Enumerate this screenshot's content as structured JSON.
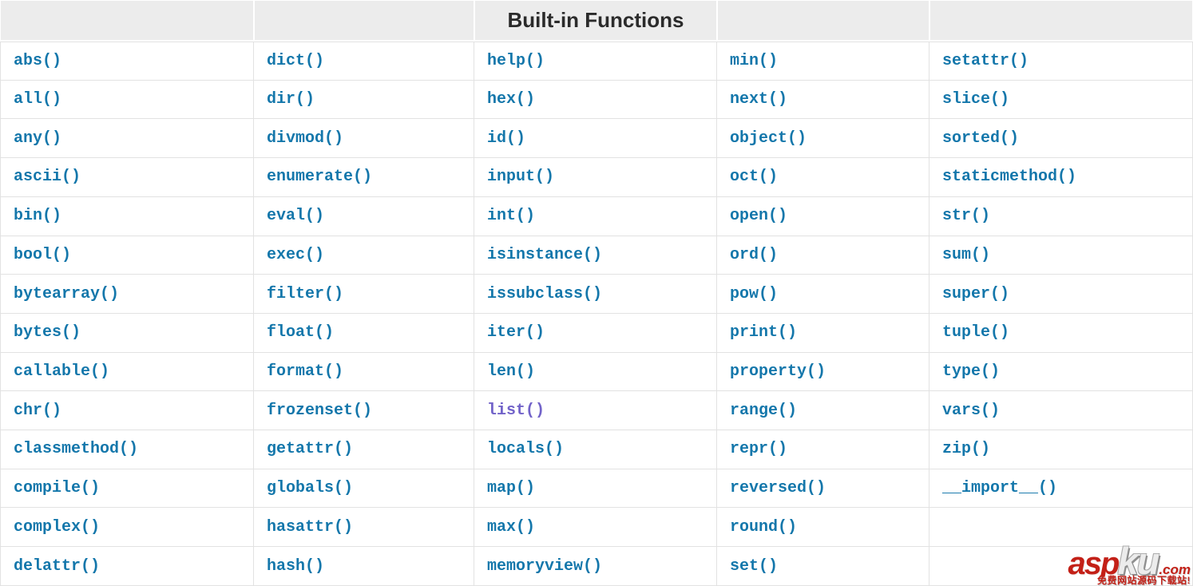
{
  "title": "Built-in Functions",
  "table": {
    "rows": [
      [
        "abs()",
        "dict()",
        "help()",
        "min()",
        "setattr()"
      ],
      [
        "all()",
        "dir()",
        "hex()",
        "next()",
        "slice()"
      ],
      [
        "any()",
        "divmod()",
        "id()",
        "object()",
        "sorted()"
      ],
      [
        "ascii()",
        "enumerate()",
        "input()",
        "oct()",
        "staticmethod()"
      ],
      [
        "bin()",
        "eval()",
        "int()",
        "open()",
        "str()"
      ],
      [
        "bool()",
        "exec()",
        "isinstance()",
        "ord()",
        "sum()"
      ],
      [
        "bytearray()",
        "filter()",
        "issubclass()",
        "pow()",
        "super()"
      ],
      [
        "bytes()",
        "float()",
        "iter()",
        "print()",
        "tuple()"
      ],
      [
        "callable()",
        "format()",
        "len()",
        "property()",
        "type()"
      ],
      [
        "chr()",
        "frozenset()",
        "list()",
        "range()",
        "vars()"
      ],
      [
        "classmethod()",
        "getattr()",
        "locals()",
        "repr()",
        "zip()"
      ],
      [
        "compile()",
        "globals()",
        "map()",
        "reversed()",
        "__import__()"
      ],
      [
        "complex()",
        "hasattr()",
        "max()",
        "round()",
        ""
      ],
      [
        "delattr()",
        "hash()",
        "memoryview()",
        "set()",
        ""
      ]
    ],
    "visited": [
      "list()"
    ]
  },
  "colors": {
    "link": "#1477ab",
    "link_visited": "#7263c9",
    "header_bg": "#ececec",
    "border": "#e2e2e2",
    "header_text": "#2b2b2b",
    "watermark_red": "#c32017"
  },
  "watermark": {
    "part1": "asp",
    "part2": "ku",
    "part3": ".com",
    "tagline": "免费网站源码下载站!"
  }
}
